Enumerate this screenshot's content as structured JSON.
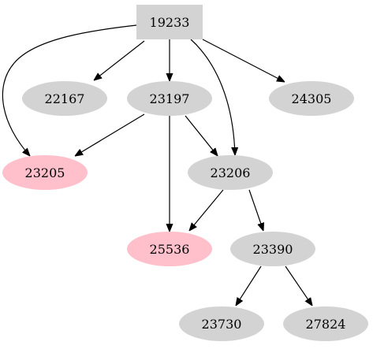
{
  "graph": {
    "colors": {
      "default_fill": "#d3d3d3",
      "highlight_fill": "#ffc0cb",
      "edge": "#000000"
    },
    "nodes": [
      {
        "id": "19233",
        "label": "19233",
        "shape": "box",
        "highlight": false
      },
      {
        "id": "22167",
        "label": "22167",
        "shape": "ellipse",
        "highlight": false
      },
      {
        "id": "23197",
        "label": "23197",
        "shape": "ellipse",
        "highlight": false
      },
      {
        "id": "24305",
        "label": "24305",
        "shape": "ellipse",
        "highlight": false
      },
      {
        "id": "23205",
        "label": "23205",
        "shape": "ellipse",
        "highlight": true
      },
      {
        "id": "23206",
        "label": "23206",
        "shape": "ellipse",
        "highlight": false
      },
      {
        "id": "25536",
        "label": "25536",
        "shape": "ellipse",
        "highlight": true
      },
      {
        "id": "23390",
        "label": "23390",
        "shape": "ellipse",
        "highlight": false
      },
      {
        "id": "23730",
        "label": "23730",
        "shape": "ellipse",
        "highlight": false
      },
      {
        "id": "27824",
        "label": "27824",
        "shape": "ellipse",
        "highlight": false
      }
    ],
    "edges": [
      {
        "from": "19233",
        "to": "23205"
      },
      {
        "from": "19233",
        "to": "22167"
      },
      {
        "from": "19233",
        "to": "23197"
      },
      {
        "from": "19233",
        "to": "23206"
      },
      {
        "from": "19233",
        "to": "24305"
      },
      {
        "from": "23197",
        "to": "23205"
      },
      {
        "from": "23197",
        "to": "23206"
      },
      {
        "from": "23197",
        "to": "25536"
      },
      {
        "from": "23206",
        "to": "25536"
      },
      {
        "from": "23206",
        "to": "23390"
      },
      {
        "from": "23390",
        "to": "23730"
      },
      {
        "from": "23390",
        "to": "27824"
      }
    ]
  }
}
